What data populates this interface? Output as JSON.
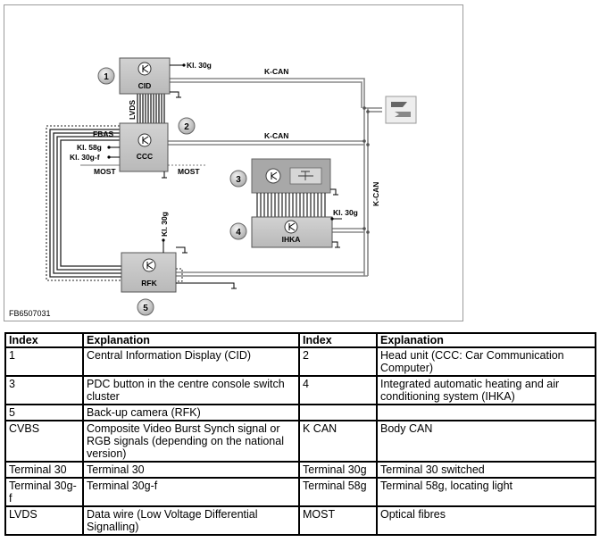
{
  "diagram": {
    "figure_id": "FB6507031",
    "components": {
      "cid": "CID",
      "ccc": "CCC",
      "ihka": "IHKA",
      "rfk": "RFK"
    },
    "markers": [
      "1",
      "2",
      "3",
      "4",
      "5"
    ],
    "labels": {
      "kl30g_cid": "Kl. 30g",
      "kcan_top": "K-CAN",
      "kcan_mid": "K-CAN",
      "kcan_vertical": "K-CAN",
      "lvds": "LVDS",
      "fbas": "FBAS",
      "kl58g": "Kl. 58g",
      "kl30gf": "Kl. 30g-f",
      "most_left": "MOST",
      "most_right": "MOST",
      "kl30g_ihka": "Kl. 30g",
      "kl30g_rfk": "Kl. 30g"
    }
  },
  "table": {
    "headers": [
      "Index",
      "Explanation",
      "Index",
      "Explanation"
    ],
    "rows": [
      [
        "1",
        "Central Information Display (CID)",
        "2",
        "Head unit (CCC: Car Communication Computer)"
      ],
      [
        "3",
        "PDC button in the centre console switch cluster",
        "4",
        "Integrated automatic heating and air conditioning system (IHKA)"
      ],
      [
        "5",
        "Back-up camera (RFK)",
        "",
        ""
      ],
      [
        "CVBS",
        "Composite Video Burst Synch signal or RGB signals (depending on the national version)",
        "K CAN",
        "Body CAN"
      ],
      [
        "Terminal 30",
        "Terminal 30",
        "Terminal 30g",
        "Terminal 30 switched"
      ],
      [
        "Terminal 30g-f",
        "Terminal 30g-f",
        "Terminal 58g",
        "Terminal 58g, locating light"
      ],
      [
        "LVDS",
        "Data wire (Low Voltage Differential Signalling)",
        "MOST",
        "Optical fibres"
      ]
    ]
  }
}
